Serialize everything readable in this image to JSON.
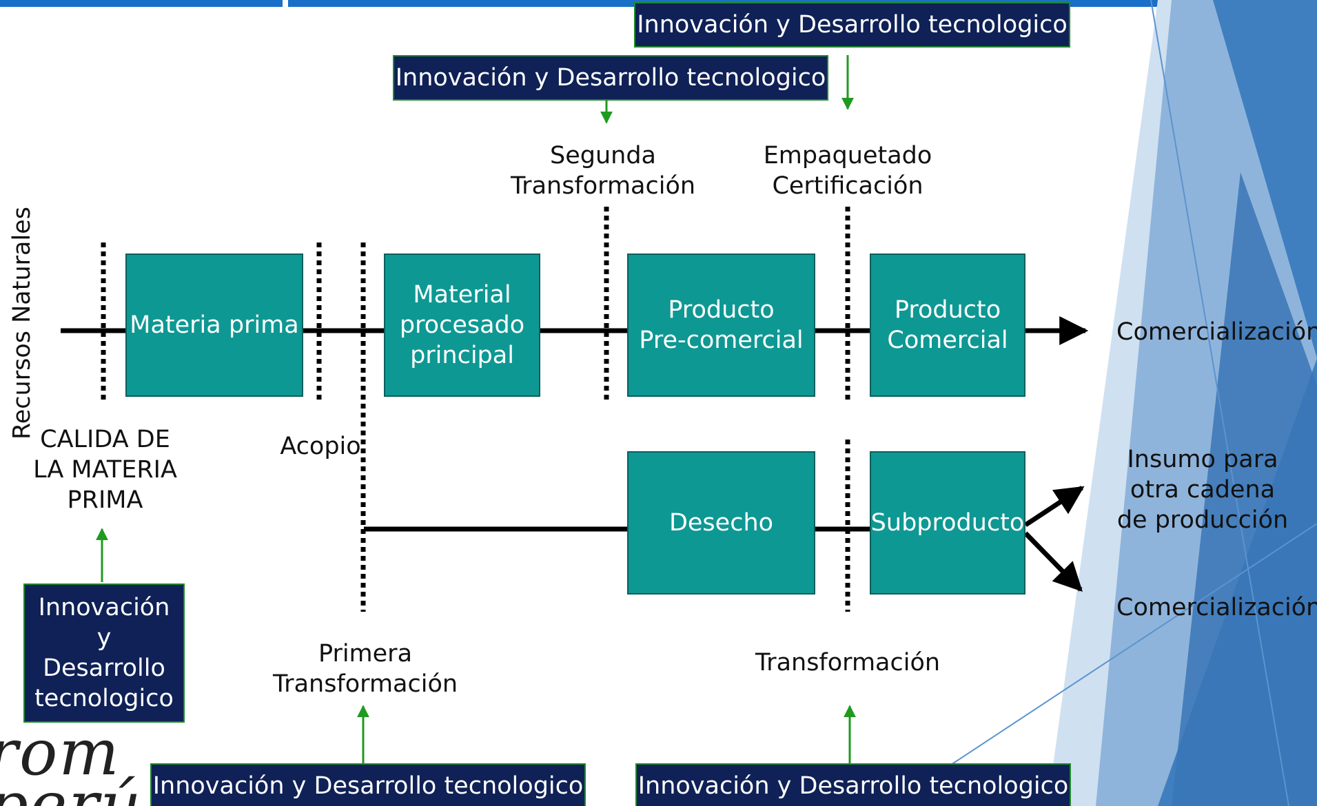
{
  "header": {
    "bar_color": "#1a6fc9"
  },
  "innovation_label": "Innovación y Desarrollo tecnologico",
  "innovation_left": "Innovación\ny\nDesarrollo\ntecnologico",
  "boxes": {
    "materia_prima": "Materia prima",
    "material_procesado": "Material\nprocesado\nprincipal",
    "producto_precomercial": "Producto\nPre-comercial",
    "producto_comercial": "Producto\nComercial",
    "desecho": "Desecho",
    "subproducto": "Subproducto"
  },
  "labels": {
    "recursos_naturales": "Recursos Naturales",
    "calidad": "CALIDA DE\nLA MATERIA\nPRIMA",
    "acopio": "Acopio",
    "segunda_transformacion": "Segunda\nTransformación",
    "empaquetado": "Empaquetado\nCertificación",
    "primera_transformacion": "Primera\nTransformación",
    "transformacion": "Transformación",
    "comercializacion_top": "Comercialización",
    "insumo": "Insumo para\notra cadena\nde producción",
    "comercializacion_bottom": "Comercialización"
  },
  "logo": {
    "text": "rom\nperú"
  },
  "colors": {
    "process_box": "#0e9893",
    "innovation_box": "#0f2156",
    "innovation_border": "#1f8a2a",
    "arrow_green": "#1f9a1f",
    "flow_line": "#000000",
    "side_blue": "#3f7fbf"
  }
}
